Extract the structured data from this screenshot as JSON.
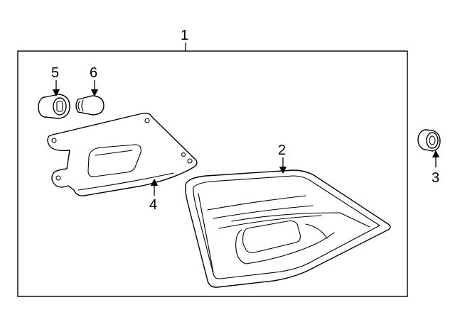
{
  "diagram": {
    "callouts": {
      "assembly": "1",
      "lamp_lens_housing": "2",
      "grommet": "3",
      "back_cover_plate": "4",
      "bulb_socket": "5",
      "bulb": "6"
    }
  }
}
